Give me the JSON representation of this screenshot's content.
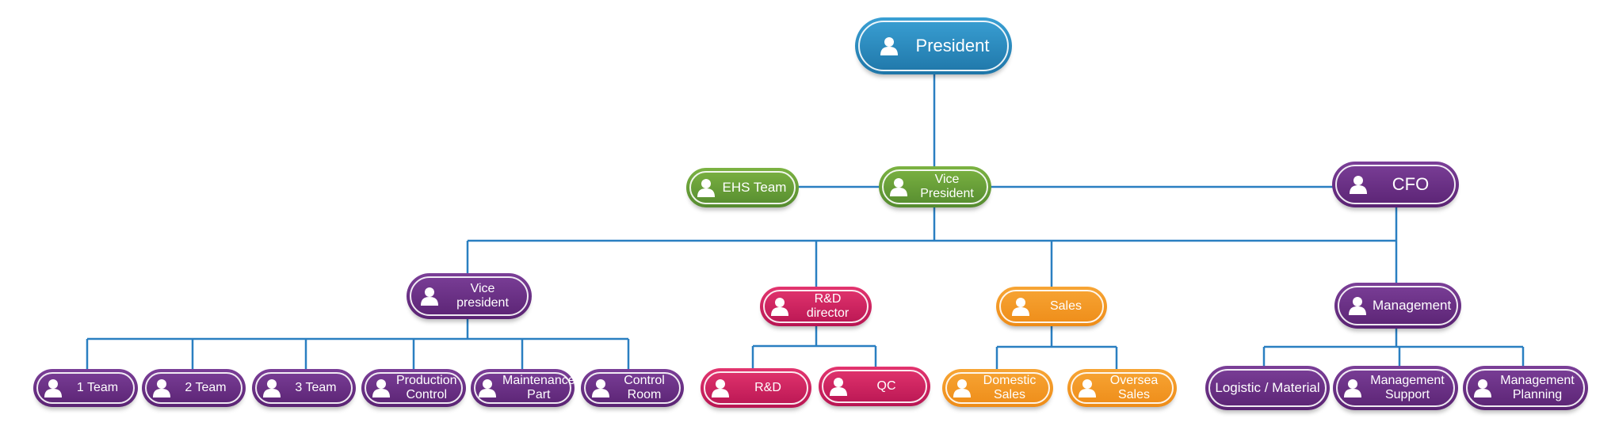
{
  "colors": {
    "line": "#2a7fc1",
    "blue": "#2a8cc0",
    "green": "#6aa23a",
    "purple": "#6b2f87",
    "red": "#cf2362",
    "orange": "#f39a28"
  },
  "icon": "person-icon",
  "nodes": {
    "president": "President",
    "ehs_team": "EHS Team",
    "vice_president_top": "Vice President",
    "cfo": "CFO",
    "vice_president_ops": "Vice president",
    "rd_director": "R&D director",
    "sales": "Sales",
    "management": "Management",
    "team_1": "1 Team",
    "team_2": "2 Team",
    "team_3": "3 Team",
    "production_control": "Production Control",
    "maintenance_part": "Maintenance Part",
    "control_room": "Control Room",
    "rd": "R&D",
    "qc": "QC",
    "domestic_sales": "Domestic Sales",
    "oversea_sales": "Oversea Sales",
    "logistic_material": "Logistic / Material",
    "management_support": "Management Support",
    "management_planning": "Management Planning"
  }
}
